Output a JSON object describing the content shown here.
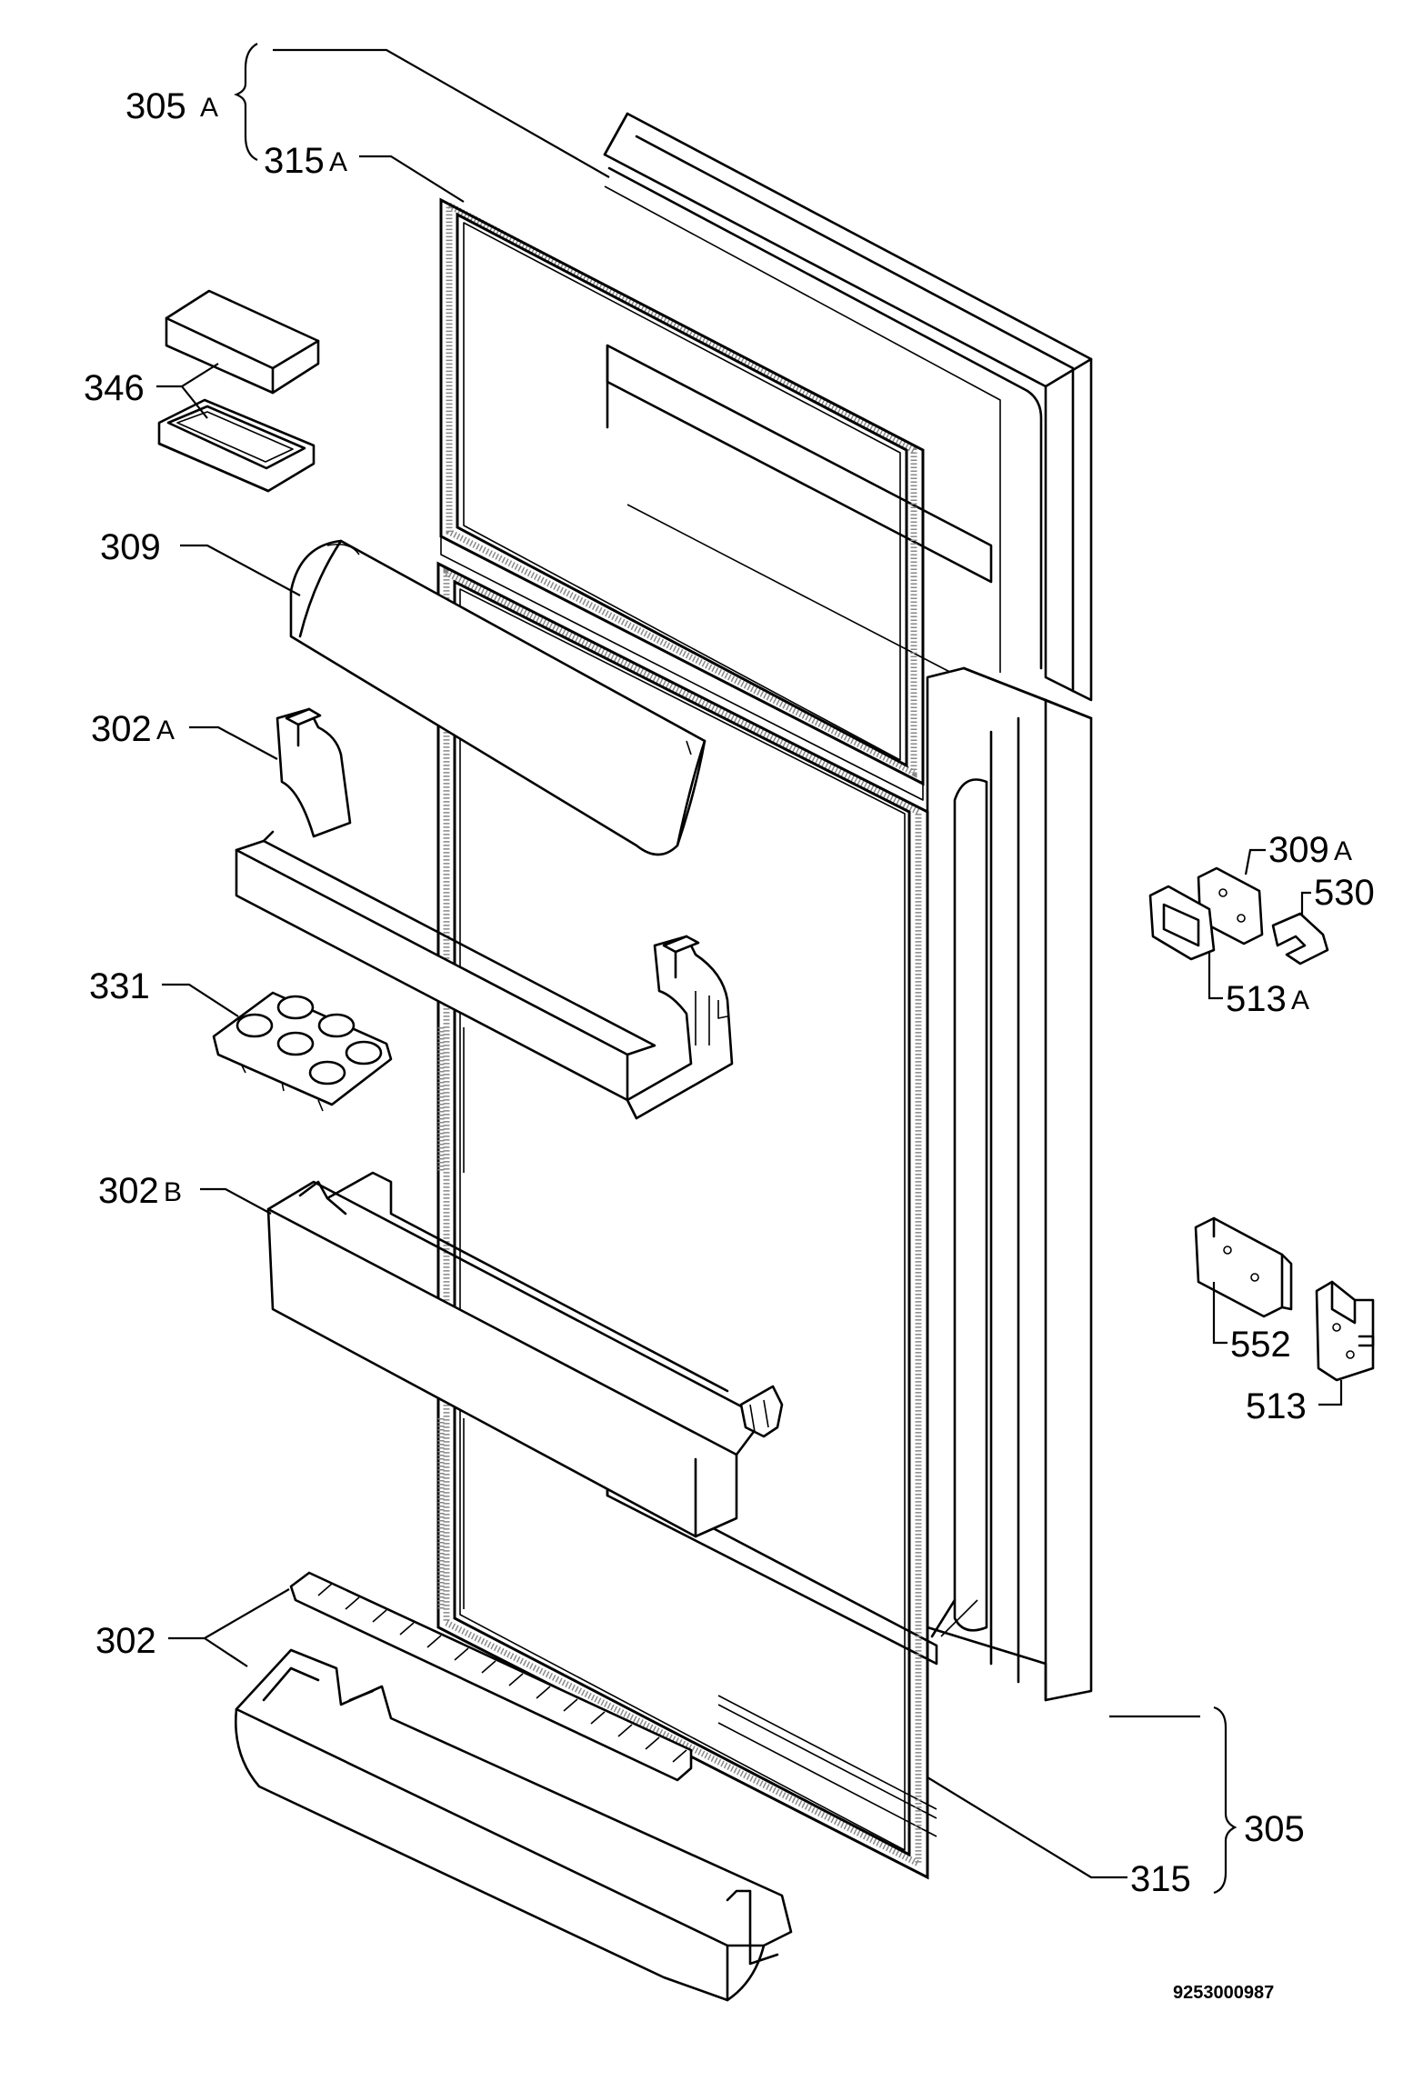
{
  "labels": {
    "l305A": {
      "num": "305",
      "suffix": "A"
    },
    "l315A": {
      "num": "315",
      "suffix": "A"
    },
    "l346": {
      "num": "346",
      "suffix": ""
    },
    "l309": {
      "num": "309",
      "suffix": ""
    },
    "l302A": {
      "num": "302",
      "suffix": "A"
    },
    "l331": {
      "num": "331",
      "suffix": ""
    },
    "l302B": {
      "num": "302",
      "suffix": "B"
    },
    "l302": {
      "num": "302",
      "suffix": ""
    },
    "l309A": {
      "num": "309",
      "suffix": "A"
    },
    "l530": {
      "num": "530",
      "suffix": ""
    },
    "l513A": {
      "num": "513",
      "suffix": "A"
    },
    "l552": {
      "num": "552",
      "suffix": ""
    },
    "l513": {
      "num": "513",
      "suffix": ""
    },
    "l305": {
      "num": "305",
      "suffix": ""
    },
    "l315": {
      "num": "315",
      "suffix": ""
    }
  },
  "document_number": "9253000987"
}
